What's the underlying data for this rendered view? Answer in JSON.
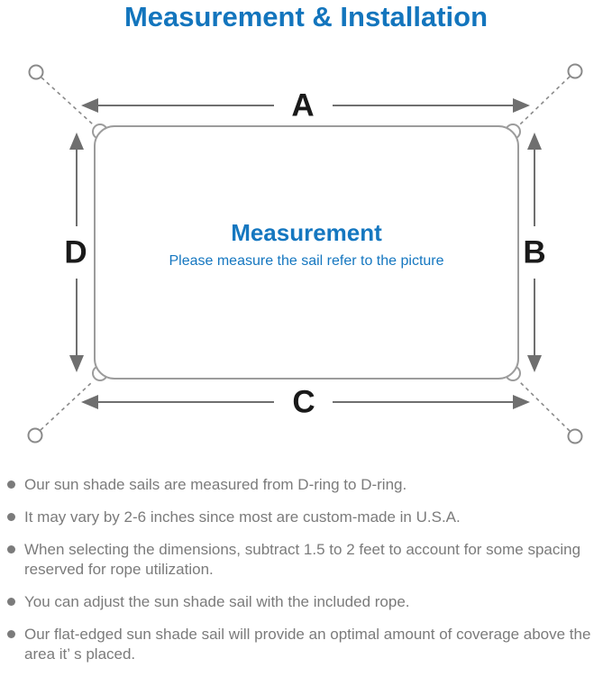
{
  "title": "Measurement & Installation",
  "diagram": {
    "center_title": "Measurement",
    "center_subtitle": "Please measure the sail refer to the picture",
    "labels": {
      "top": "A",
      "right": "B",
      "bottom": "C",
      "left": "D"
    }
  },
  "notes": [
    "Our sun shade sails are measured from D-ring to D-ring.",
    "It may vary by 2-6 inches since most are custom-made in U.S.A.",
    "When selecting the dimensions, subtract 1.5 to 2 feet to account for some spacing reserved for rope utilization.",
    "You can adjust the sun shade sail with the included rope.",
    "Our flat-edged sun shade sail will provide an optimal amount of coverage above the area it’ s placed."
  ],
  "colors": {
    "accent_blue": "#1375BD",
    "center_blue": "#1577C0",
    "note_gray": "#7b7b7b",
    "outline_gray": "#9c9c9c",
    "arrow_gray": "#6f6f6f"
  }
}
